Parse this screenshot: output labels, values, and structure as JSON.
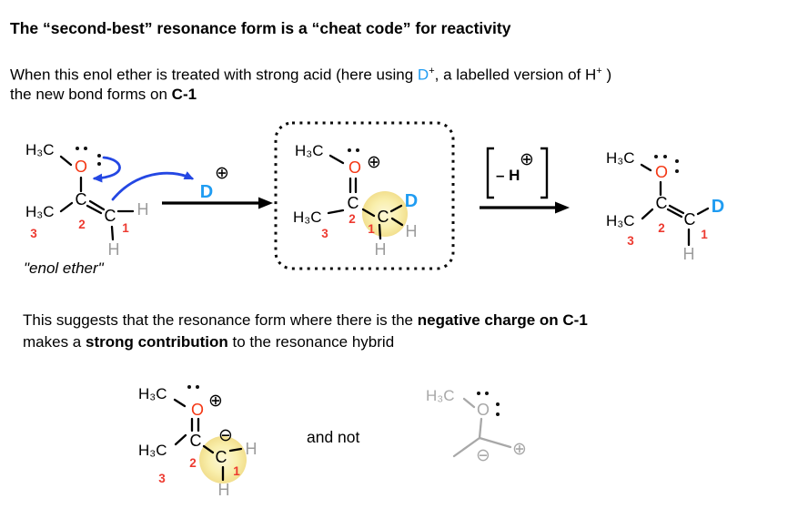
{
  "title": "The “second-best” resonance form is a “cheat code” for reactivity",
  "intro": {
    "line1_pre": "When this enol ether is treated with strong acid (here using ",
    "d_label": "D",
    "d_sup": "+",
    "line1_mid": ", a labelled version of H",
    "h_sup": "+",
    "line1_end": " )",
    "line2_pre": "the new bond forms on ",
    "line2_bold": "C-1"
  },
  "atoms": {
    "h3c": "H₃C",
    "o": "O",
    "c": "C",
    "h": "H",
    "d": "D"
  },
  "numbers": {
    "c1": "1",
    "c2": "2",
    "c3": "3"
  },
  "charges": {
    "plus": "⊕",
    "minus": "⊖"
  },
  "scheme": {
    "reactant_caption": "\"enol ether\"",
    "bracket_label": "– H",
    "bracket_charge": "⊕"
  },
  "conclusion": {
    "line1_pre": "This suggests that the resonance form where there is the ",
    "line1_bold": "negative charge on C-1",
    "line2_pre": "makes a ",
    "line2_bold": "strong contribution",
    "line2_end": " to the resonance hybrid"
  },
  "bottom": {
    "and_not": "and not"
  },
  "colors": {
    "oxygen_red": "#f43714",
    "number_red": "#ed3a30",
    "deuterium_blue": "#1f9cf2",
    "electron_arrow_blue": "#2447e3",
    "hydrogen_gray": "#9d9d9d",
    "minor_form_gray": "#a8a8a8",
    "highlight_yellow": "#f9efad"
  }
}
